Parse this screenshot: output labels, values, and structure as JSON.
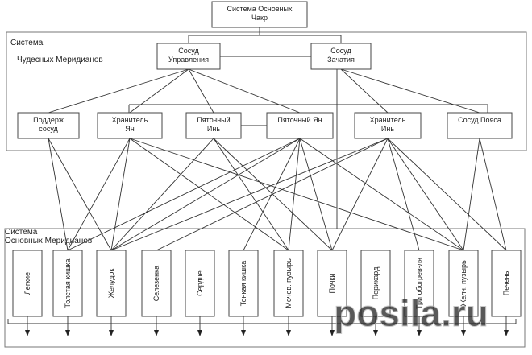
{
  "diagram": {
    "top_box": [
      "Система Основных",
      "Чакр"
    ],
    "group1_title": [
      "Система",
      "Чудесных Меридианов"
    ],
    "group2_title": [
      "Система",
      "Основных Меридианов"
    ],
    "vessels": [
      {
        "id": "gov",
        "lines": [
          "Сосуд",
          "Управления"
        ]
      },
      {
        "id": "con",
        "lines": [
          "Сосуд",
          "Зачатия"
        ]
      }
    ],
    "extra": [
      {
        "id": "e1",
        "lines": [
          "Поддерж",
          "сосуд"
        ]
      },
      {
        "id": "e2",
        "lines": [
          "Хранитель",
          "Ян"
        ]
      },
      {
        "id": "e3",
        "lines": [
          "Пяточный",
          "Инь"
        ]
      },
      {
        "id": "e4",
        "lines": [
          "Пяточный Ян"
        ]
      },
      {
        "id": "e5",
        "lines": [
          "Хранитель",
          "Инь"
        ]
      },
      {
        "id": "e6",
        "lines": [
          "Сосуд Пояса"
        ]
      }
    ],
    "meridians": [
      "Легкие",
      "Толстая кишка",
      "Желудок",
      "Селезенка",
      "Сердце",
      "Тонкая кишка",
      "Мочев. пузырь",
      "Почки",
      "Перикард",
      "Три обогрев-ля",
      "Желч. пузырь",
      "Печень"
    ],
    "watermark": "posila.ru"
  }
}
